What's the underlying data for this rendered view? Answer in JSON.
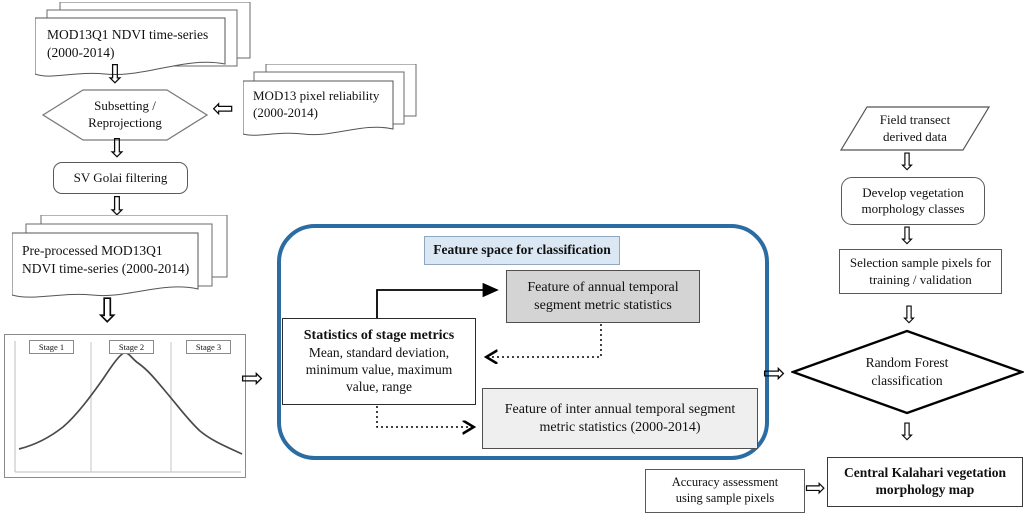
{
  "colors": {
    "container_border": "#2b6ca3",
    "title_fill": "#dbe8f4",
    "feature_annual_fill": "#d4d4d4",
    "feature_inter_annual_fill": "#efefef",
    "curve_stroke": "#4a4a4a"
  },
  "icons": {
    "down_arrow": "⇩",
    "left_arrow": "⇦",
    "right_arrow": "⇨"
  },
  "left_flow": {
    "mod13q1_doc": "MOD13Q1 NDVI time-series (2000-2014)",
    "subsetting_hexagon": "Subsetting / Reprojectiong",
    "pixel_reliability_doc": "MOD13 pixel reliability (2000-2014)",
    "sv_golai": "SV Golai filtering",
    "preprocessed_doc": "Pre-processed MOD13Q1 NDVI time-series (2000-2014)"
  },
  "stage_chart": {
    "stage1": "Stage 1",
    "stage2": "Stage 2",
    "stage3": "Stage 3"
  },
  "chart_data": {
    "type": "line",
    "title": "",
    "xlabel": "",
    "ylabel": "",
    "annotations": [
      "Stage 1",
      "Stage 2",
      "Stage 3"
    ],
    "x": [
      0,
      10,
      20,
      30,
      40,
      48,
      52,
      60,
      70,
      80,
      90,
      100
    ],
    "y": [
      0.06,
      0.12,
      0.3,
      0.62,
      0.9,
      1.0,
      0.93,
      0.76,
      0.52,
      0.3,
      0.13,
      0.02
    ],
    "ylim": [
      0,
      1
    ],
    "grid": "two vertical stage dividers",
    "legend": "none"
  },
  "feature_space": {
    "title": "Feature space for classification",
    "stats_title": "Statistics of stage metrics",
    "stats_body": "Mean, standard deviation, minimum value, maximum value, range",
    "feature_annual": "Feature of annual temporal segment metric statistics",
    "feature_inter_annual": "Feature of inter annual temporal segment metric statistics (2000-2014)"
  },
  "right_flow": {
    "field_transect": "Field transect derived data",
    "develop_classes": "Develop vegetation morphology classes",
    "selection_pixels": "Selection sample pixels for training / validation",
    "random_forest": "Random Forest classification",
    "accuracy": "Accuracy assessment using sample pixels",
    "final_map": "Central Kalahari vegetation morphology map"
  }
}
